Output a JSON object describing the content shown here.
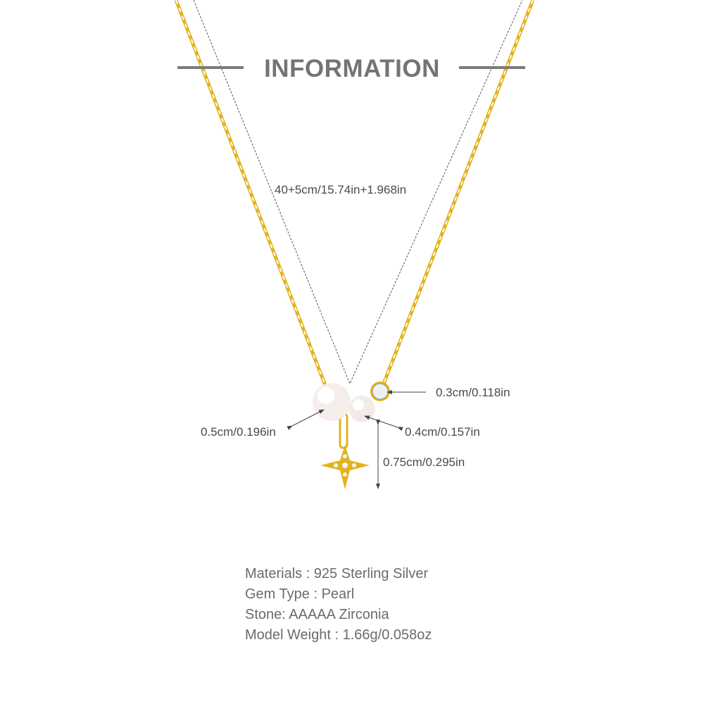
{
  "header": {
    "title": "INFORMATION"
  },
  "dimensions": {
    "chain_length": "40+5cm/15.74in+1.968in",
    "stone_size": "0.3cm/0.118in",
    "large_pearl_size": "0.5cm/0.196in",
    "small_pearl_size": "0.4cm/0.157in",
    "pendant_height": "0.75cm/0.295in"
  },
  "specs": [
    "Materials : 925 Sterling Silver",
    "Gem Type : Pearl",
    "Stone: AAAAA Zirconia",
    "Model Weight : 1.66g/0.058oz"
  ],
  "colors": {
    "gold": "#e3b21c",
    "text": "#4a4a4a",
    "title": "#747474"
  }
}
